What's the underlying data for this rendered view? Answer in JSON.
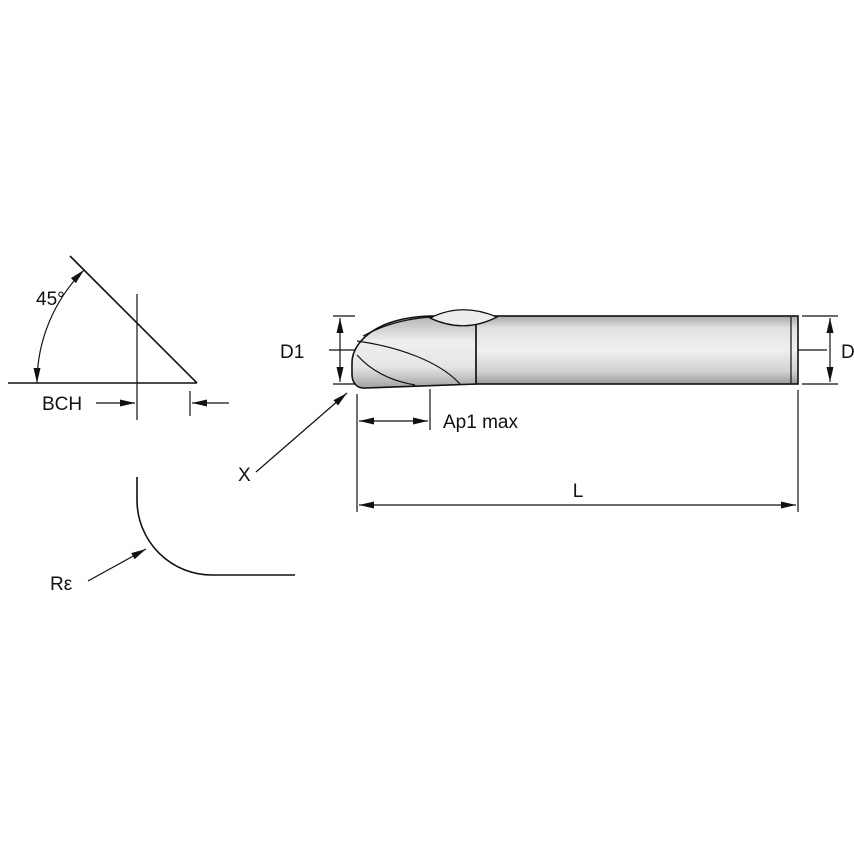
{
  "diagram": {
    "labels": {
      "chamfer_angle": "45°",
      "bevel_width": "BCH",
      "corner_radius": "Rε",
      "chamfer_ref": "X",
      "cutting_diameter": "D1",
      "depth_of_cut": "Ap1 max",
      "overall_length": "L",
      "shank_diameter": "D"
    },
    "colors": {
      "background": "#ffffff",
      "line": "#111111",
      "tool_fill_light": "#f0f0f0",
      "tool_fill_mid": "#dcdcdc",
      "tool_fill_dark": "#a8a8a8"
    }
  }
}
